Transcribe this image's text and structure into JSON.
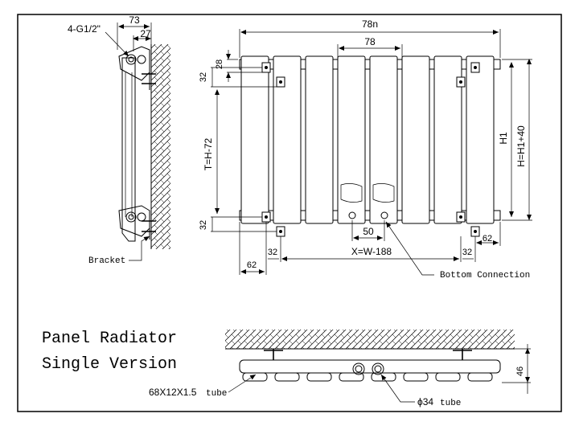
{
  "side_view": {
    "connection_label": "4-G1/2\"",
    "depth_dim": "73",
    "offset_dim": "27",
    "bracket_label": "Bracket"
  },
  "front_view": {
    "width_dim": "78n",
    "pitch_dim": "78",
    "top_bracket_dim": "28",
    "top_offset_dim": "32",
    "center_dim": "T=H-72",
    "bottom_offset_dim": "32",
    "h1_dim": "H1",
    "h_dim": "H=H1+40",
    "connection_dim": "50",
    "x_dim": "X=W-188",
    "left_edge_dim": "32",
    "left_outer_dim": "62",
    "right_edge_dim": "32",
    "right_outer_dim": "62",
    "bottom_connection_label": "Bottom Connection"
  },
  "title": {
    "line1": "Panel Radiator",
    "line2": "Single Version"
  },
  "top_view": {
    "depth_dim": "46",
    "tube_label": "68X12X1.5",
    "tube_word": "tube",
    "pipe_label": "ϕ34",
    "pipe_word": "tube"
  }
}
